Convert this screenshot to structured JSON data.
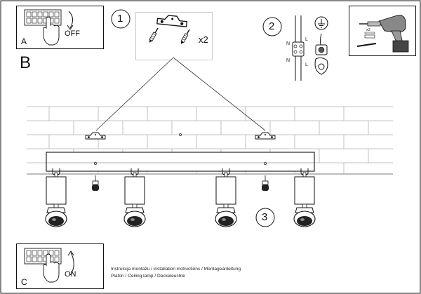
{
  "panels": {
    "a": {
      "letter": "A",
      "switch_label": "OFF"
    },
    "b": {
      "letter": "B"
    },
    "c": {
      "letter": "C",
      "switch_label": "ON"
    }
  },
  "steps": {
    "one": "1",
    "two": "2",
    "three": "3"
  },
  "mounting_kit": {
    "quantity": "x2"
  },
  "drill_kit": {
    "quantity": "x2"
  },
  "wiring": {
    "neutral_top": "N",
    "live_top": "L",
    "neutral_bottom": "N",
    "live_bottom": "L"
  },
  "caption": {
    "line1": "Instrukcja montażu / installation instructions / Montageanleitung",
    "line2": "Plafon / Ceiling lamp / Deckeleuchte"
  },
  "icons": [
    "switch-off-icon",
    "switch-on-icon",
    "drill-icon",
    "ground-symbol-icon",
    "terminal-block-icon",
    "mounting-bracket-icon",
    "screw-icon",
    "spotlight-icon"
  ]
}
